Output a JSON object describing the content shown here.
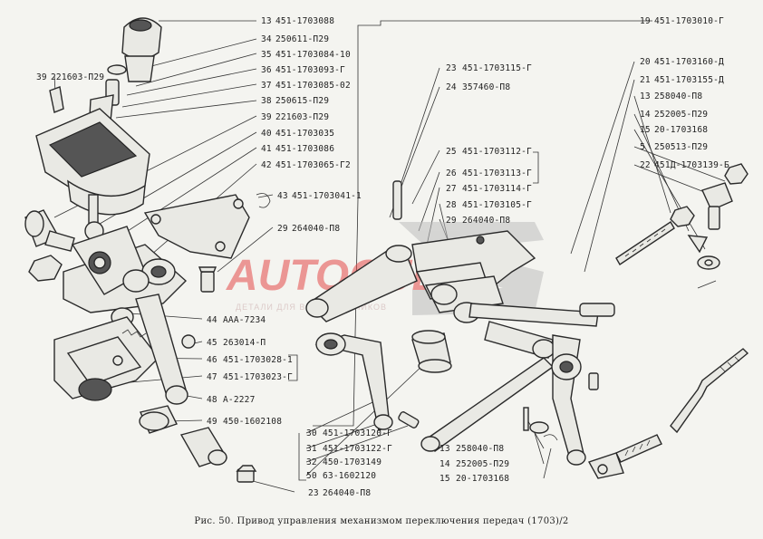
{
  "watermark": {
    "main": "AUTOCUB",
    "sub": "ДЕТАЛИ ДЛЯ ВНЕДОРОЖНИКОВ"
  },
  "caption": "Рис. 50. Привод управления механизмом переключения передач (1703)/2",
  "labels": [
    {
      "num": "13",
      "code": "451-1703088"
    },
    {
      "num": "34",
      "code": "250611-П29"
    },
    {
      "num": "35",
      "code": "451-1703084-10"
    },
    {
      "num": "36",
      "code": "451-1703093-Г"
    },
    {
      "num": "37",
      "code": "451-1703085-02"
    },
    {
      "num": "38",
      "code": "250615-П29"
    },
    {
      "num": "39",
      "code": "221603-П29"
    },
    {
      "num": "40",
      "code": "451-1703035"
    },
    {
      "num": "41",
      "code": "451-1703086"
    },
    {
      "num": "42",
      "code": "451-1703065-Г2"
    },
    {
      "num": "43",
      "code": "451-1703041-1"
    },
    {
      "num": "29",
      "code": "264040-П8"
    },
    {
      "num": "39",
      "code": "221603-П29"
    },
    {
      "num": "44",
      "code": "ААА-7234"
    },
    {
      "num": "45",
      "code": "263014-П"
    },
    {
      "num": "46",
      "code": "451-1703028-1"
    },
    {
      "num": "47",
      "code": "451-1703023-Г"
    },
    {
      "num": "48",
      "code": "А-2227"
    },
    {
      "num": "49",
      "code": "450-1602108"
    },
    {
      "num": "23",
      "code": "264040-П8"
    },
    {
      "num": "19",
      "code": "451-1703010-Г"
    },
    {
      "num": "23",
      "code": "451-1703115-Г"
    },
    {
      "num": "24",
      "code": "357460-П8"
    },
    {
      "num": "25",
      "code": "451-1703112-Г"
    },
    {
      "num": "26",
      "code": "451-1703113-Г"
    },
    {
      "num": "27",
      "code": "451-1703114-Г"
    },
    {
      "num": "28",
      "code": "451-1703105-Г"
    },
    {
      "num": "29",
      "code": "264040-П8"
    },
    {
      "num": "20",
      "code": "451-1703160-Д"
    },
    {
      "num": "21",
      "code": "451-1703155-Д"
    },
    {
      "num": "13",
      "code": "258040-П8"
    },
    {
      "num": "14",
      "code": "252005-П29"
    },
    {
      "num": "15",
      "code": "20-1703168"
    },
    {
      "num": "5",
      "code": "250513-П29"
    },
    {
      "num": "22",
      "code": "451Д-1703139-Б"
    },
    {
      "num": "30",
      "code": "451-1703120-Г"
    },
    {
      "num": "31",
      "code": "451-1703122-Г"
    },
    {
      "num": "32",
      "code": "450-1703149"
    },
    {
      "num": "50",
      "code": "63-1602120"
    },
    {
      "num": "13",
      "code": "258040-П8"
    },
    {
      "num": "14",
      "code": "252005-П29"
    },
    {
      "num": "15",
      "code": "20-1703168"
    }
  ]
}
